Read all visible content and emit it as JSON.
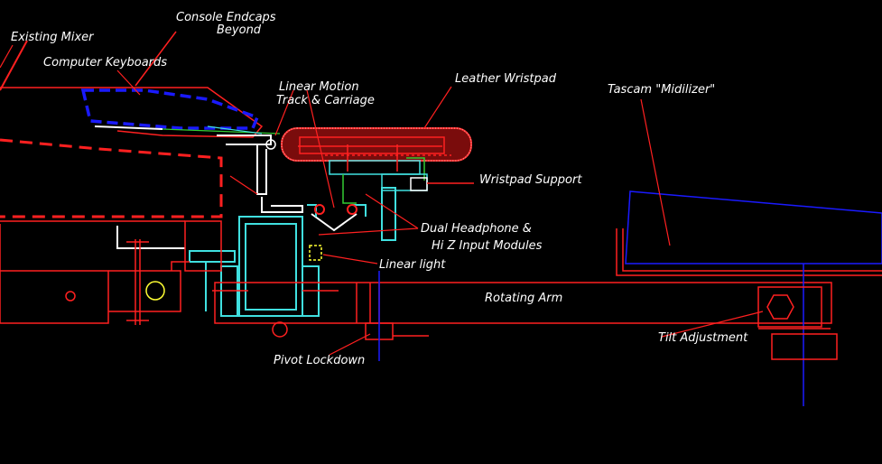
{
  "labels": {
    "console_endcaps_1": "Console Endcaps",
    "console_endcaps_2": "Beyond",
    "existing_mixer": "Existing Mixer",
    "computer_keyboards": "Computer Keyboards",
    "linear_motion_1": "Linear Motion",
    "linear_motion_2": "Track & Carriage",
    "leather_wristpad": "Leather Wristpad",
    "tascam_midilizer": "Tascam \"Midilizer\"",
    "wristpad_support": "Wristpad Support",
    "dual_headphone_1": "Dual Headphone &",
    "dual_headphone_2": "Hi Z Input Modules",
    "linear_light": "Linear light",
    "rotating_arm": "Rotating Arm",
    "tilt_adjustment": "Tilt Adjustment",
    "pivot_lockdown": "Pivot Lockdown"
  },
  "colors": {
    "background": "#000000",
    "structure": "#ff2020",
    "keyboard": "#1a1aff",
    "mixer_dashed": "#ff2020",
    "modules": "#40e0e0",
    "brackets": "#ffffff",
    "support_green": "#33cc33",
    "light_yellow": "#ffff33",
    "text": "#ffffff"
  }
}
